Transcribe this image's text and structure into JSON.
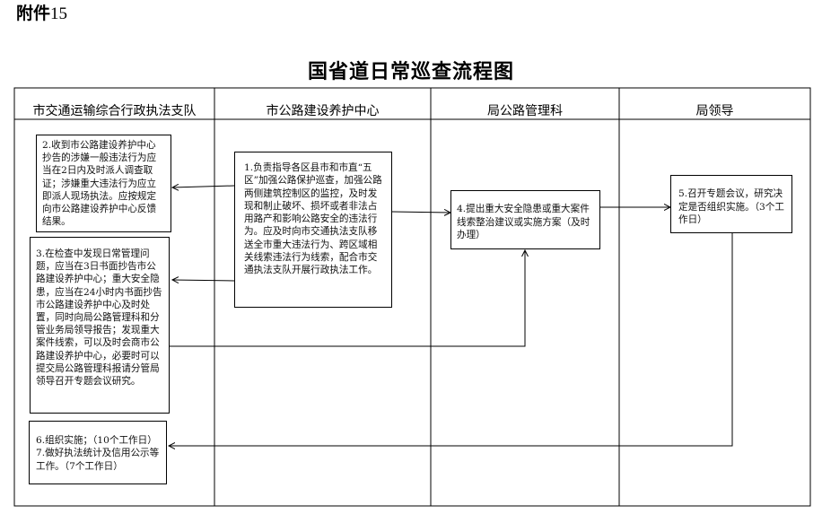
{
  "attachment": {
    "prefix": "附件",
    "number": "15"
  },
  "title": "国省道日常巡查流程图",
  "lanes": [
    "市交通运输综合行政执法支队",
    "市公路建设养护中心",
    "局公路管理科",
    "局领导"
  ],
  "boxes": {
    "b1": "1.负责指导各区县市和市直“五区”加强公路保护巡查，加强公路两侧建筑控制区的监控，及时发现和制止破坏、损坏或者非法占用路产和影响公路安全的违法行为。应及时向市交通执法支队移送全市重大违法行为、跨区域相关线索违法行为线索，配合市交通执法支队开展行政执法工作。",
    "b2": "2.收到市公路建设养护中心抄告的涉嫌一般违法行为应当在2日内及时派人调查取证；涉嫌重大违法行为应立即派人现场执法。应按规定向市公路建设养护中心反馈结果。",
    "b3": "3.在检查中发现日常管理问题，应当在3日书面抄告市公路建设养护中心；重大安全隐患，应当在24小时内书面抄告市公路建设养护中心及时处置，同时向局公路管理科和分管业务局领导报告；发现重大案件线索，可以及时会商市公路建设养护中心，必要时可以提交局公路管理科报请分管局领导召开专题会议研究。",
    "b4": "4.提出重大安全隐患或重大案件线索整治建议或实施方案（及时办理）",
    "b5": "5.召开专题会议，研究决定是否组织实施。（3个工作日）",
    "b6": "6.组织实施；（10个工作日）\n7.做好执法统计及信用公示等工作。（7个工作日）"
  }
}
